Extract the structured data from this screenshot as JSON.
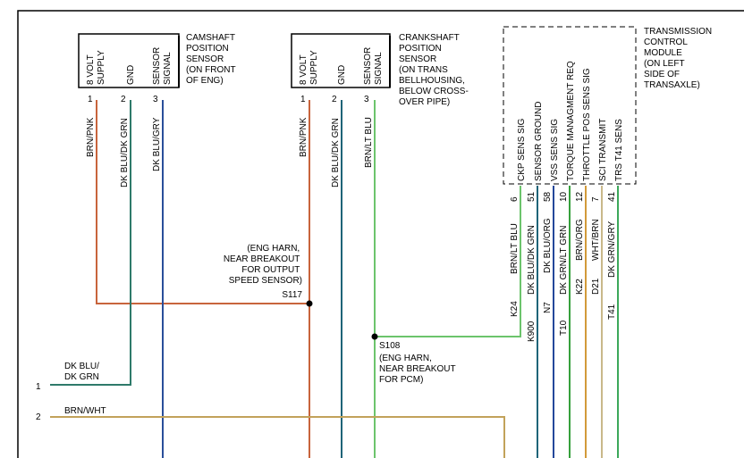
{
  "camshaft": {
    "label_lines": [
      "CAMSHAFT",
      "POSITION",
      "SENSOR",
      "(ON FRONT",
      "OF ENG)"
    ],
    "pins": [
      {
        "name_lines": [
          "8 VOLT",
          "SUPPLY"
        ],
        "number": "1",
        "wire": "BRN/PNK",
        "color": "#c8643c"
      },
      {
        "name_lines": [
          "GND"
        ],
        "number": "2",
        "wire": "DK BLU/DK GRN",
        "color": "#2e7a6a"
      },
      {
        "name_lines": [
          "SENSOR",
          "SIGNAL"
        ],
        "number": "3",
        "wire": "DK BLU/GRY",
        "color": "#2a4f9a"
      }
    ]
  },
  "crankshaft": {
    "label_lines": [
      "CRANKSHAFT",
      "POSITION",
      "SENSOR",
      "(ON TRANS",
      "BELLHOUSING,",
      "BELOW CROSS-",
      "OVER PIPE)"
    ],
    "pins": [
      {
        "name_lines": [
          "8 VOLT",
          "SUPPLY"
        ],
        "number": "1",
        "wire": "BRN/PNK",
        "color": "#c8643c"
      },
      {
        "name_lines": [
          "GND"
        ],
        "number": "2",
        "wire": "DK BLU/DK GRN",
        "color": "#1f6478"
      },
      {
        "name_lines": [
          "SENSOR",
          "SIGNAL"
        ],
        "number": "3",
        "wire": "BRN/LT BLU",
        "color": "#6cc46c"
      }
    ]
  },
  "tcm": {
    "label_lines": [
      "TRANSMISSION",
      "CONTROL",
      "MODULE",
      "(ON LEFT",
      "SIDE OF",
      "TRANSAXLE)"
    ],
    "pins": [
      {
        "signal": "CKP SENS SIG",
        "number": "6",
        "wire": "BRN/LT BLU",
        "circuit": "K24",
        "color": "#6cc46c"
      },
      {
        "signal": "SENSOR GROUND",
        "number": "51",
        "wire": "DK BLU/DK GRN",
        "circuit": "K900",
        "color": "#1f6478"
      },
      {
        "signal": "VSS SENS SIG",
        "number": "58",
        "wire": "DK BLU/ORG",
        "circuit": "N7",
        "color": "#24479a"
      },
      {
        "signal": "TORQUE MANAGMENT REQ",
        "number": "10",
        "wire": "DK GRN/LT GRN",
        "circuit": "T10",
        "color": "#36a03c"
      },
      {
        "signal": "THROTTLE POS SENS SIG",
        "number": "12",
        "wire": "BRN/ORG",
        "circuit": "K22",
        "color": "#d29a3a"
      },
      {
        "signal": "SCI TRANSMIT",
        "number": "7",
        "wire": "WHT/BRN",
        "circuit": "D21",
        "color": "#c9b88a"
      },
      {
        "signal": "TRS T41 SENS",
        "number": "41",
        "wire": "DK GRN/GRY",
        "circuit": "T41",
        "color": "#3ca85a"
      }
    ]
  },
  "splices": {
    "s117": {
      "id": "S117",
      "note_lines": [
        "(ENG HARN,",
        "NEAR BREAKOUT",
        "FOR OUTPUT",
        "SPEED SENSOR)"
      ]
    },
    "s108": {
      "id": "S108",
      "note_lines": [
        "(ENG HARN,",
        "NEAR BREAKOUT",
        "FOR PCM)"
      ]
    }
  },
  "connectors": [
    {
      "number": "1",
      "wire": "DK BLU/ DK GRN",
      "wire_lines": [
        "DK BLU/",
        "DK GRN"
      ],
      "color": "#2e7a6a"
    },
    {
      "number": "2",
      "wire": "BRN/WHT",
      "wire_lines": [
        "BRN/WHT"
      ],
      "color": "#c2a25a"
    }
  ]
}
